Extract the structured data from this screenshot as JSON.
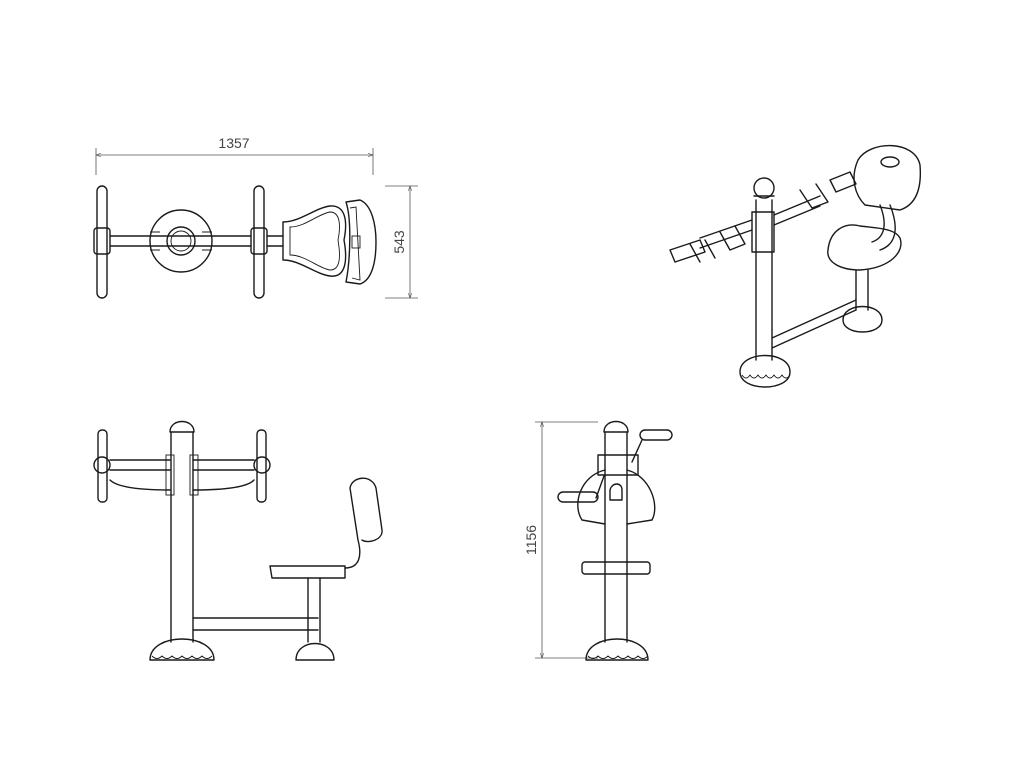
{
  "dimensions": {
    "top_width": "1357",
    "top_depth": "543",
    "side_height": "1156"
  },
  "views": [
    {
      "name": "top-view"
    },
    {
      "name": "isometric-view"
    },
    {
      "name": "front-view"
    },
    {
      "name": "side-view"
    }
  ]
}
